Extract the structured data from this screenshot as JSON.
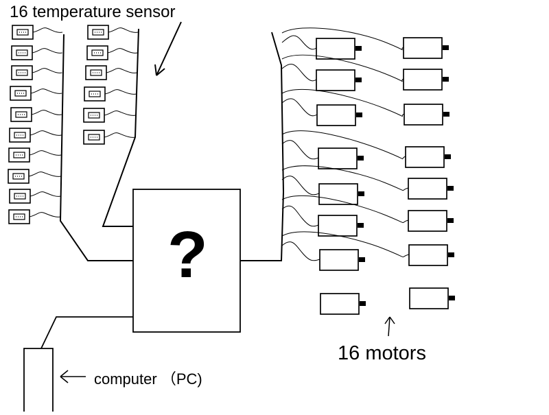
{
  "labels": {
    "sensors": "16 temperature sensor",
    "motors": "16 motors",
    "computer": "computer （PC)",
    "unknown_box": "?"
  },
  "counts": {
    "sensors": 16,
    "motors": 16
  }
}
